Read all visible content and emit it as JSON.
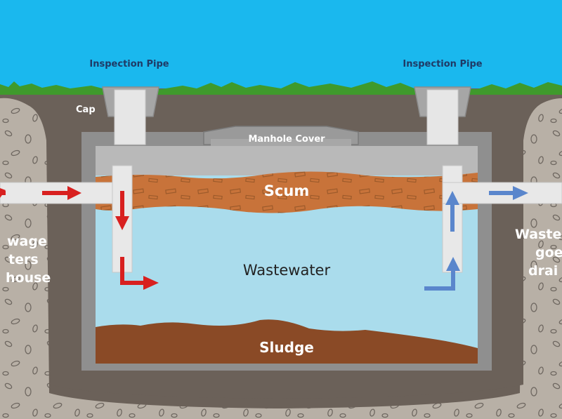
{
  "labels": {
    "inspection_pipe_left": "Inspection Pipe",
    "inspection_pipe_right": "Inspection Pipe",
    "cap": "Cap",
    "manhole_cover": "Manhole Cover",
    "scum": "Scum",
    "wastewater": "Wastewater",
    "sludge": "Sludge",
    "inlet_line1": "wage",
    "inlet_line2": "ters",
    "inlet_line3": "house",
    "outlet_line1": "Waste",
    "outlet_line2": "goe",
    "outlet_line3": "drai"
  },
  "colors": {
    "sky": "#1ab8ee",
    "grass": "#3f9a2c",
    "soil": "#6b6159",
    "gravel": "#b8b0a6",
    "tank_wall": "#8f8f8f",
    "scum": "#c8733a",
    "wastewater": "#aadcec",
    "sludge": "#8a4a26",
    "pipe": "#e8e8e8",
    "inflow_arrow": "#d8201f",
    "outflow_arrow": "#5a86cc"
  }
}
